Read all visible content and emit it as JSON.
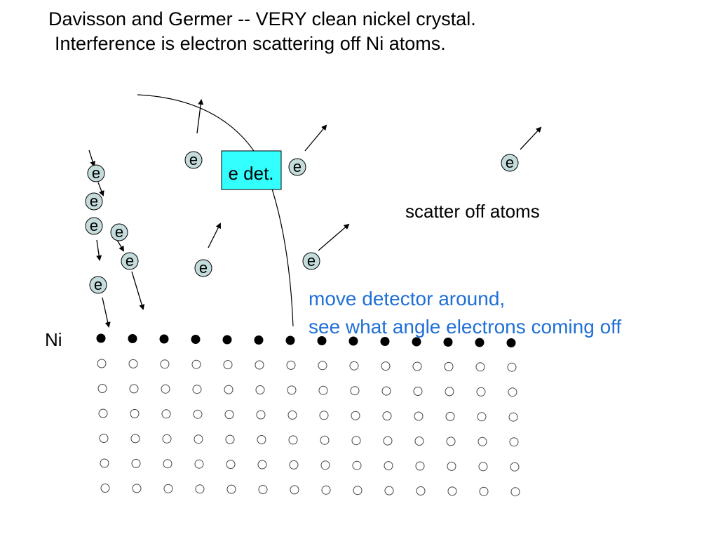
{
  "title": {
    "line1": "Davisson and Germer -- VERY clean nickel crystal.",
    "line2": "Interference is electron scattering off Ni atoms."
  },
  "detector": {
    "label": "e det.",
    "fill": "#33ffff"
  },
  "electron": {
    "symbol": "e",
    "fill": "#c5dcdc"
  },
  "scatter_label": "scatter off atoms",
  "ni_label": "Ni",
  "note": {
    "line1": "move detector around,",
    "line2": "see what angle electrons coming off",
    "color": "#1f6fd6"
  },
  "lattice": {
    "surface_atom_count": 14,
    "subsurface_rows": 6,
    "surface_atom_style": "filled-black",
    "subsurface_atom_style": "open-gray"
  }
}
